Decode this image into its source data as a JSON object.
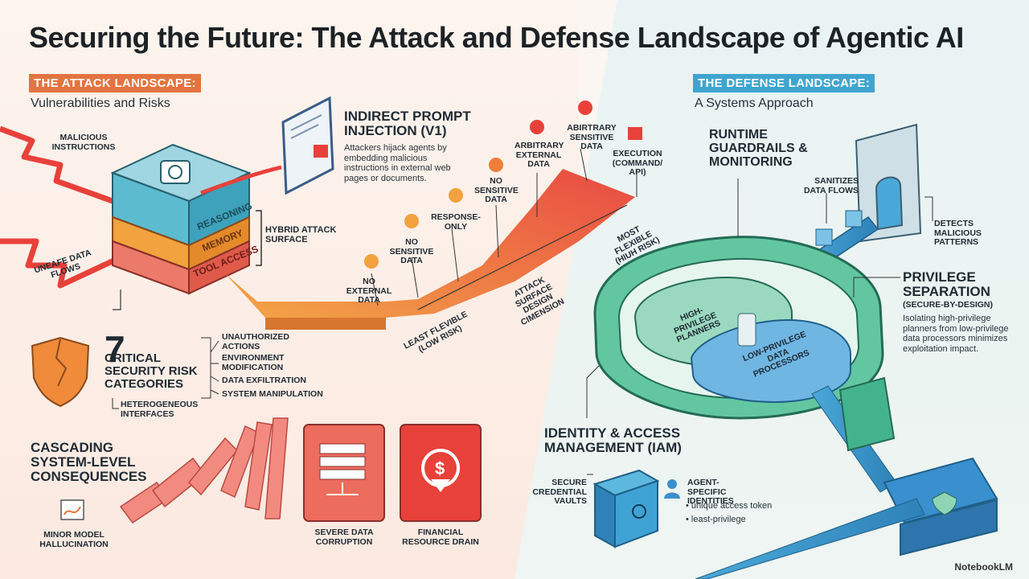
{
  "title": "Securing the Future: The Attack and Defense Landscape of Agentic AI",
  "attack": {
    "tag": "THE ATTACK LANDSCAPE:",
    "subtitle": "Vulnerabilities and Risks",
    "malicious_instructions": "MALICIOUS INSTRUCTIONS",
    "unsafe_data_flows": "UNEAFE DATA FLOWS",
    "layers": [
      "REASONING",
      "MEMORY",
      "TOOL ACCESS"
    ],
    "hybrid_surface": "HYBRID ATTACK SURFACE",
    "injection": {
      "title": "INDIRECT PROMPT INJECTION (V1)",
      "desc": "Attackers hijack agents by embedding malicious instructions in external web pages or documents."
    },
    "design_stages": [
      "NO EXTERNAL DATA",
      "NO SENSITIVE DATA",
      "RESPONSE-ONLY",
      "NO SENSITIVE DATA",
      "ARBITRARY EXTERNAL DATA",
      "ABIRTRARY SENSITIVE DATA",
      "EXECUTION (COMMAND/ API)"
    ],
    "axis_label": "ATTACK SURFACE DESIGN CIMENSION",
    "least_flexible": "LEAST FLEVIBLE (LOW RISK)",
    "most_flexible": "MOST FLEXIBLE (HIUH RISK)",
    "critical": {
      "number": "7",
      "label": "CRITICAL SECURITY RISK CATEGORIES",
      "items": [
        "UNAUTHORIZED ACTIONS",
        "ENVIRONMENT MODIFICATION",
        "DATA EXFILTRATION",
        "SYSTEM MANIPULATION"
      ],
      "extra": "HETEROGENEOUS INTERFACES"
    },
    "cascade": {
      "title": "CASCADING SYSTEM-LEVEL CONSEQUENCES",
      "minor": "MINOR MODEL HALLUCINATION",
      "severe": "SEVERE DATA CORRUPTION",
      "financial": "FINANCIAL RESOURCE DRAIN"
    }
  },
  "defense": {
    "tag": "THE DEFENSE LANDSCAPE:",
    "subtitle": "A Systems Approach",
    "runtime": "RUNTIME GUARDRAILS & MONITORING",
    "sanitizes": "SANITIZES DATA FLOWS",
    "detects": "DETECTS MALICIOUS PATTERNS",
    "privilege": {
      "title": "PRIVILEGE SEPARATION",
      "subtitle": "(SECURE-BY-DESIGN)",
      "desc": "Isolating high-privilege planners from low-privilege data processors minimizes exploitation impact."
    },
    "high_priv": "HIGH-PRIVILEGE PLANNERS",
    "low_priv": "LOW-PRIVILEGE DATA PROCESSORS",
    "iam": "IDENTITY & ACCESS MANAGEMENT (IAM)",
    "vaults": "SECURE CREDENTIAL VAULTS",
    "identities": "AGENT-SPECIFIC IDENTITIES",
    "bullets": [
      "• unique access token",
      "• least-privilege"
    ]
  },
  "brand": "NotebookLM",
  "colors": {
    "attack": "#e3743f",
    "defense": "#3fa5cf",
    "danger": "#e8483a",
    "teal": "#3aa887"
  }
}
